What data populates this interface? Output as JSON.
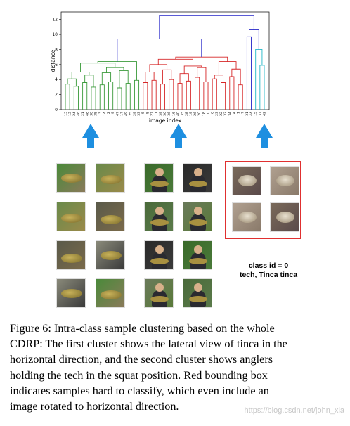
{
  "figure": {
    "caption_lines": [
      "Figure 6:  Intra-class sample clustering based on the whole",
      "CDRP: The first cluster shows the lateral view of tinca in the",
      "horizontal direction, and the second cluster shows anglers",
      "holding the tech in the squat position.  Red bounding box",
      "indicates samples hard to classify, which even include an",
      "image rotated to horizontal direction."
    ],
    "class_label_line1": "class id = 0",
    "class_label_line2": "tech, Tinca tinca",
    "watermark": "https://blog.csdn.net/john_xia"
  },
  "colors": {
    "green": "#3a9a3a",
    "red": "#d62728",
    "blue": "#2525c8",
    "magenta": "#c837c8",
    "cyan": "#22b8c8",
    "arrow": "#1e8fe0",
    "box": "#e03030"
  },
  "chart_data": {
    "type": "dendrogram",
    "xlabel": "image index",
    "ylabel": "distance",
    "ylim": [
      0,
      13
    ],
    "yticks": [
      0,
      2,
      4,
      6,
      8,
      10,
      12
    ],
    "leaf_labels": [
      "13",
      "12",
      "24",
      "46",
      "21",
      "48",
      "30",
      "38",
      "3",
      "14",
      "2",
      "9",
      "47",
      "17",
      "49",
      "25",
      "29",
      "33",
      "5",
      "8",
      "27",
      "11",
      "39",
      "50",
      "36",
      "16",
      "40",
      "35",
      "28",
      "19",
      "26",
      "20",
      "18",
      "10",
      "6",
      "23",
      "22",
      "32",
      "34",
      "4",
      "1",
      "7",
      "31",
      "44",
      "15",
      "37",
      "42"
    ],
    "clusters": [
      {
        "name": "",
        "color": "#3a9a3a",
        "leaves": 18,
        "merge_height": 6.2
      },
      {
        "name": "",
        "color": "#d62728",
        "leaves": 24,
        "merge_height": 7.0
      },
      {
        "name": "",
        "color": "#2525c8",
        "leaves": 2,
        "merge_height": 10.7
      },
      {
        "name": "",
        "color": "#22b8c8",
        "leaves": 3,
        "merge_height": 8.0
      }
    ],
    "top_merges": {
      "green_red": 9.4,
      "all": 12.5
    }
  },
  "thumbnails": {
    "group1_colors": [
      [
        "#4a8a3a",
        "#8a7a5a"
      ],
      [
        "#6a8a4a",
        "#9a8a4a"
      ],
      [
        "#5a5a4a",
        "#7a6a4a"
      ],
      [
        "#8a8a7a",
        "#3a3a3a"
      ]
    ],
    "group2_colors": [
      [
        "#3a6a2a",
        "#4a7a3a"
      ],
      [
        "#4a6a3a",
        "#5a7a4a"
      ],
      [
        "#2a2a2a",
        "#3a3a3a"
      ],
      [
        "#6a7a5a",
        "#5a7a3a"
      ]
    ],
    "group3_colors": [
      [
        "#7a6a5a",
        "#5a4a4a"
      ],
      [
        "#b0a090",
        "#8a7a6a"
      ]
    ]
  }
}
